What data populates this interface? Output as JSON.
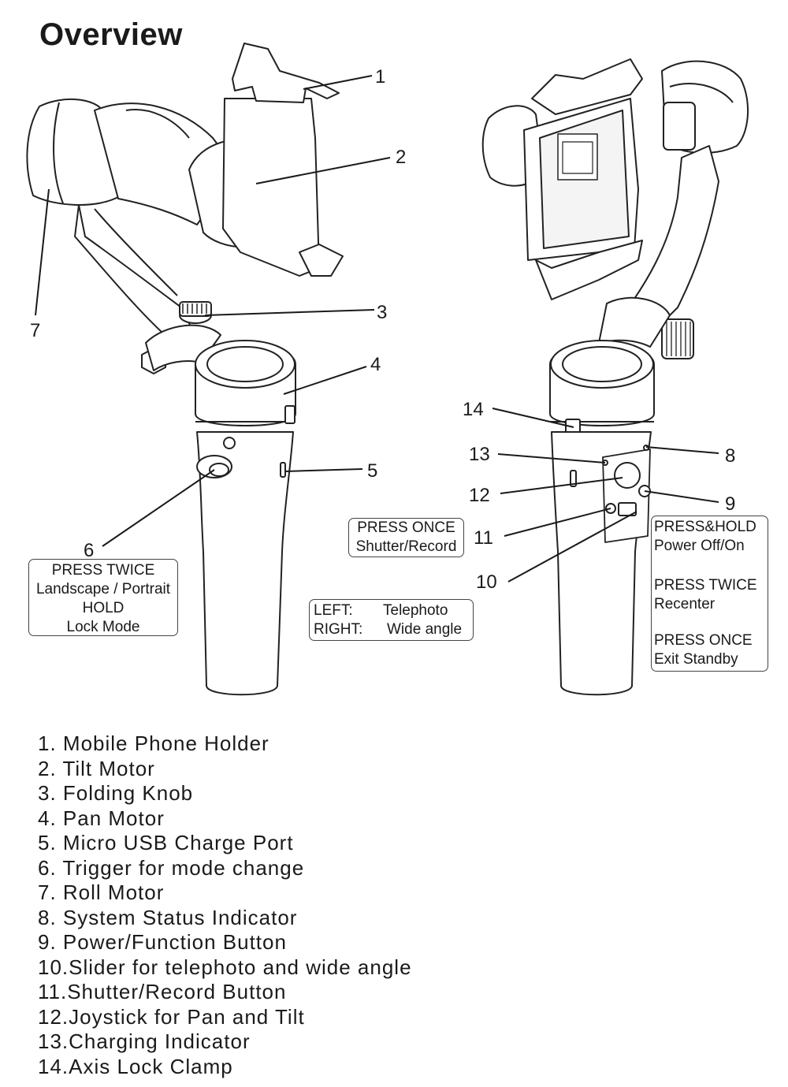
{
  "title": "Overview",
  "callouts": {
    "trigger": [
      "PRESS TWICE",
      "Landscape / Portrait",
      "HOLD",
      "Lock  Mode"
    ],
    "shutter": [
      "PRESS ONCE",
      "Shutter/Record"
    ],
    "slider": [
      {
        "dir": "LEFT:",
        "val": "Telephoto"
      },
      {
        "dir": "RIGHT:",
        "val": "Wide angle"
      }
    ],
    "power": [
      "PRESS&HOLD",
      "Power Off/On",
      "PRESS TWICE",
      "Recenter",
      "PRESS ONCE",
      "Exit Standby"
    ]
  },
  "labels": [
    "1",
    "2",
    "3",
    "4",
    "5",
    "6",
    "7",
    "8",
    "9",
    "10",
    "11",
    "12",
    "13",
    "14"
  ],
  "legend": [
    "1.  Mobile Phone Holder",
    "2.  Tilt Motor",
    "3.  Folding Knob",
    "4.  Pan Motor",
    "5.  Micro USB Charge Port",
    "6.  Trigger for mode change",
    "7.  Roll Motor",
    "8.  System Status Indicator",
    "9.  Power/Function Button",
    "10.Slider for telephoto and wide angle",
    "11.Shutter/Record Button",
    "12.Joystick for Pan and Tilt",
    "13.Charging Indicator",
    "14.Axis Lock Clamp"
  ]
}
